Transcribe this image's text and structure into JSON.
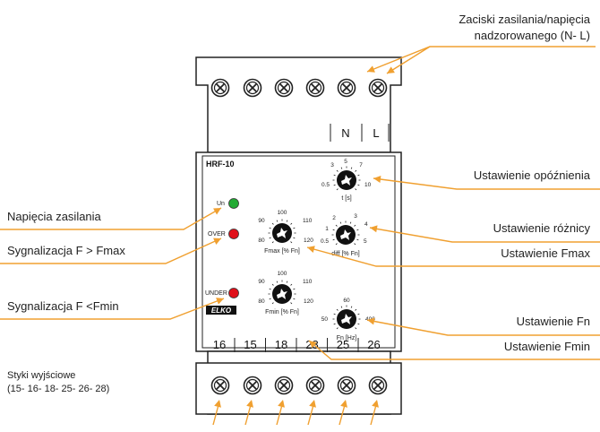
{
  "device": {
    "model": "HRF-10",
    "brand": "ELKO",
    "top_terminals": [
      "N",
      "L"
    ],
    "bottom_terminals": [
      "16",
      "15",
      "18",
      "28",
      "25",
      "26"
    ],
    "led_un_label": "Un",
    "led_over_label": "OVER",
    "led_under_label": "UNDER",
    "led_colors": {
      "un": "#22aa33",
      "over": "#e0101a",
      "under": "#e0101a"
    },
    "accent_color": "#f0a030",
    "knobs": {
      "t": {
        "label": "t [s]",
        "scale": [
          "3",
          "5",
          "7",
          "0.5",
          "10"
        ]
      },
      "diff": {
        "label": "diff [% Fn]",
        "scale": [
          "2",
          "3",
          "1",
          "4",
          "0.5",
          "5"
        ]
      },
      "fmax": {
        "label": "Fmax [% Fn]",
        "scale": [
          "100",
          "90",
          "110",
          "80",
          "120"
        ]
      },
      "fmin": {
        "label": "Fmin [% Fn]",
        "scale": [
          "100",
          "90",
          "110",
          "80",
          "120"
        ]
      },
      "fn": {
        "label": "Fn [Hz]",
        "scale": [
          "60",
          "50",
          "400"
        ]
      }
    }
  },
  "callouts": {
    "supply_terminals": [
      "Zaciski zasilania/napięcia",
      "nadzorowanego (N- L)"
    ],
    "supply_led": "Napięcia zasilania",
    "over_led": "Sygnalizacja F > Fmax",
    "under_led": "Sygnalizacja F <Fmin",
    "outputs": [
      "Styki wyjściowe",
      "(15- 16- 18- 25- 26- 28)"
    ],
    "delay": "Ustawienie opóźnienia",
    "diff": "Ustawienie różnicy",
    "fmax": "Ustawienie Fmax",
    "fn": "Ustawienie Fn",
    "fmin": "Ustawienie Fmin"
  }
}
